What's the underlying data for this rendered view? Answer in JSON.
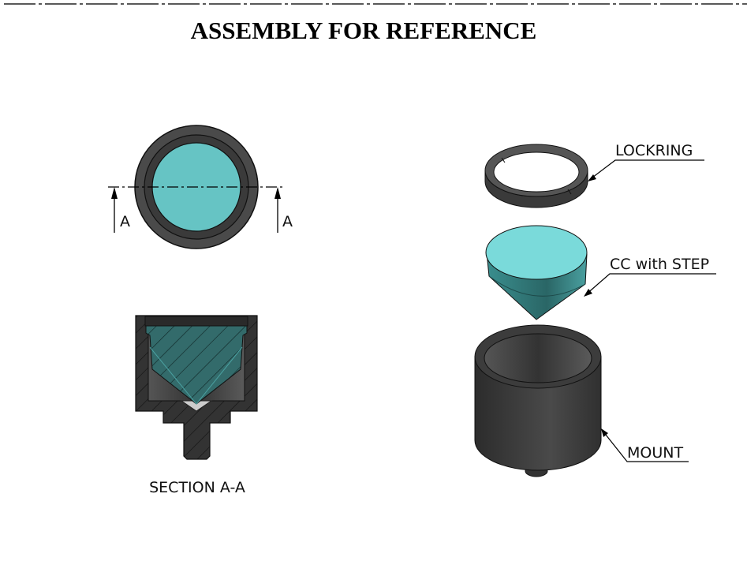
{
  "title": "ASSEMBLY FOR REFERENCE",
  "top_view": {
    "section_label_left": "A",
    "section_label_right": "A"
  },
  "section_view": {
    "caption": "SECTION A-A"
  },
  "callouts": {
    "lockring": "LOCKRING",
    "cone": "CC with STEP",
    "mount": "MOUNT"
  },
  "colors": {
    "teal": "#66c4c4",
    "teal_dark": "#2f6b6b",
    "body": "#3a3a3a",
    "hatch_body": "#2e2e2e"
  }
}
